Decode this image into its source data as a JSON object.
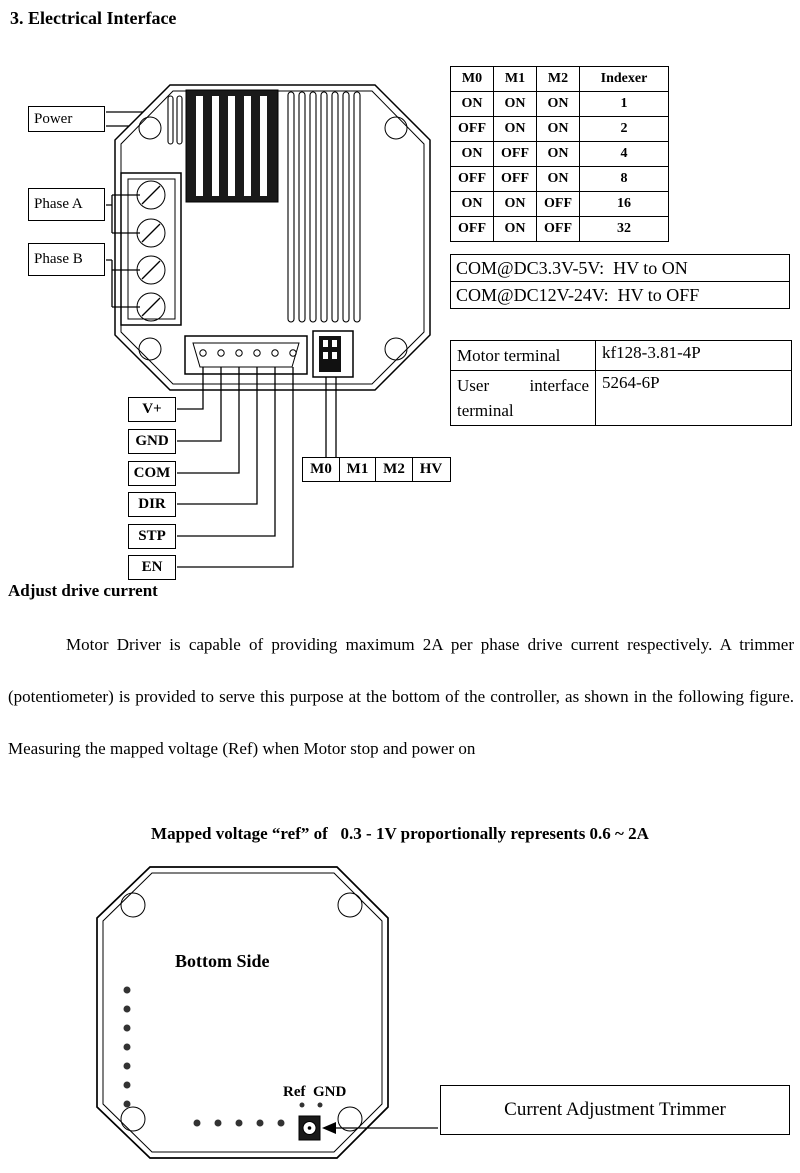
{
  "page": {
    "title": "3. Electrical Interface",
    "adjust_heading": "Adjust drive current",
    "body_paragraph": "Motor Driver is capable of providing maximum 2A per phase drive current respectively. A trimmer (potentiometer) is provided to serve this purpose at the bottom of the controller, as shown in the following figure. Measuring the mapped voltage (Ref) when Motor stop and power on",
    "mapped_voltage_note": "Mapped voltage “ref” of   0.3 - 1V proportionally represents 0.6 ~ 2A"
  },
  "driver_diagram": {
    "power_label": "Power",
    "phase_a_label": "Phase A",
    "phase_b_label": "Phase B",
    "pin_labels": [
      "V+",
      "GND",
      "COM",
      "DIR",
      "STP",
      "EN"
    ],
    "jumper_labels": [
      "M0",
      "M1",
      "M2",
      "HV"
    ]
  },
  "indexer_table": {
    "headers": [
      "M0",
      "M1",
      "M2",
      "Indexer"
    ],
    "rows": [
      [
        "ON",
        "ON",
        "ON",
        "1"
      ],
      [
        "OFF",
        "ON",
        "ON",
        "2"
      ],
      [
        "ON",
        "OFF",
        "ON",
        "4"
      ],
      [
        "OFF",
        "OFF",
        "ON",
        "8"
      ],
      [
        "ON",
        "ON",
        "OFF",
        "16"
      ],
      [
        "OFF",
        "ON",
        "OFF",
        "32"
      ]
    ]
  },
  "com_notes": {
    "rows": [
      "COM@DC3.3V-5V:  HV to ON",
      "COM@DC12V-24V:  HV to OFF"
    ]
  },
  "terminal_table": {
    "rows": [
      {
        "name": "Motor terminal",
        "value": "kf128-3.81-4P"
      },
      {
        "name": "User interface terminal",
        "value": "5264-6P"
      }
    ]
  },
  "bottom_diagram": {
    "label": "Bottom Side",
    "ref_label": "Ref",
    "gnd_label": "GND",
    "trimmer_caption": "Current Adjustment Trimmer"
  }
}
